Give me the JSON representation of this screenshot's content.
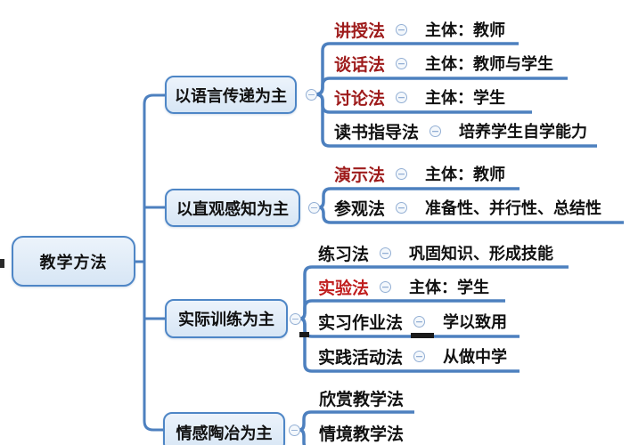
{
  "root": {
    "label": "教学方法"
  },
  "branches": [
    {
      "label": "以语言传递为主",
      "children": [
        {
          "label": "讲授法",
          "label_color": "#9e1b1b",
          "value": "主体：教师"
        },
        {
          "label": "谈话法",
          "label_color": "#9e1b1b",
          "value": "主体：教师与学生"
        },
        {
          "label": "讨论法",
          "label_color": "#9e1b1b",
          "value": "主体：学生"
        },
        {
          "label": "读书指导法",
          "label_color": "#111111",
          "value": "培养学生自学能力"
        }
      ]
    },
    {
      "label": "以直观感知为主",
      "children": [
        {
          "label": "演示法",
          "label_color": "#9e1b1b",
          "value": "主体：教师"
        },
        {
          "label": "参观法",
          "label_color": "#111111",
          "value": "准备性、并行性、总结性"
        }
      ]
    },
    {
      "label": "实际训练为主",
      "children": [
        {
          "label": "练习法",
          "label_color": "#111111",
          "value": "巩固知识、形成技能"
        },
        {
          "label": "实验法",
          "label_color": "#c01d1d",
          "value": "主体：学生"
        },
        {
          "label": "实习作业法",
          "label_color": "#111111",
          "value": "学以致用"
        },
        {
          "label": "实践活动法",
          "label_color": "#111111",
          "value": "从做中学"
        }
      ]
    },
    {
      "label": "情感陶冶为主",
      "children": [
        {
          "label": "欣赏教学法",
          "label_color": "#111111",
          "value": ""
        },
        {
          "label": "情境教学法",
          "label_color": "#111111",
          "value": ""
        }
      ]
    }
  ],
  "icons": {
    "collapse": "−"
  },
  "colors": {
    "line": "#4d80bf",
    "node_border": "#4e86c6",
    "node_fill": "#dce9f6",
    "label_red": "#9e1b1b",
    "label_red_bright": "#c01d1d",
    "text": "#111111",
    "mark": "#1a1a1a"
  }
}
